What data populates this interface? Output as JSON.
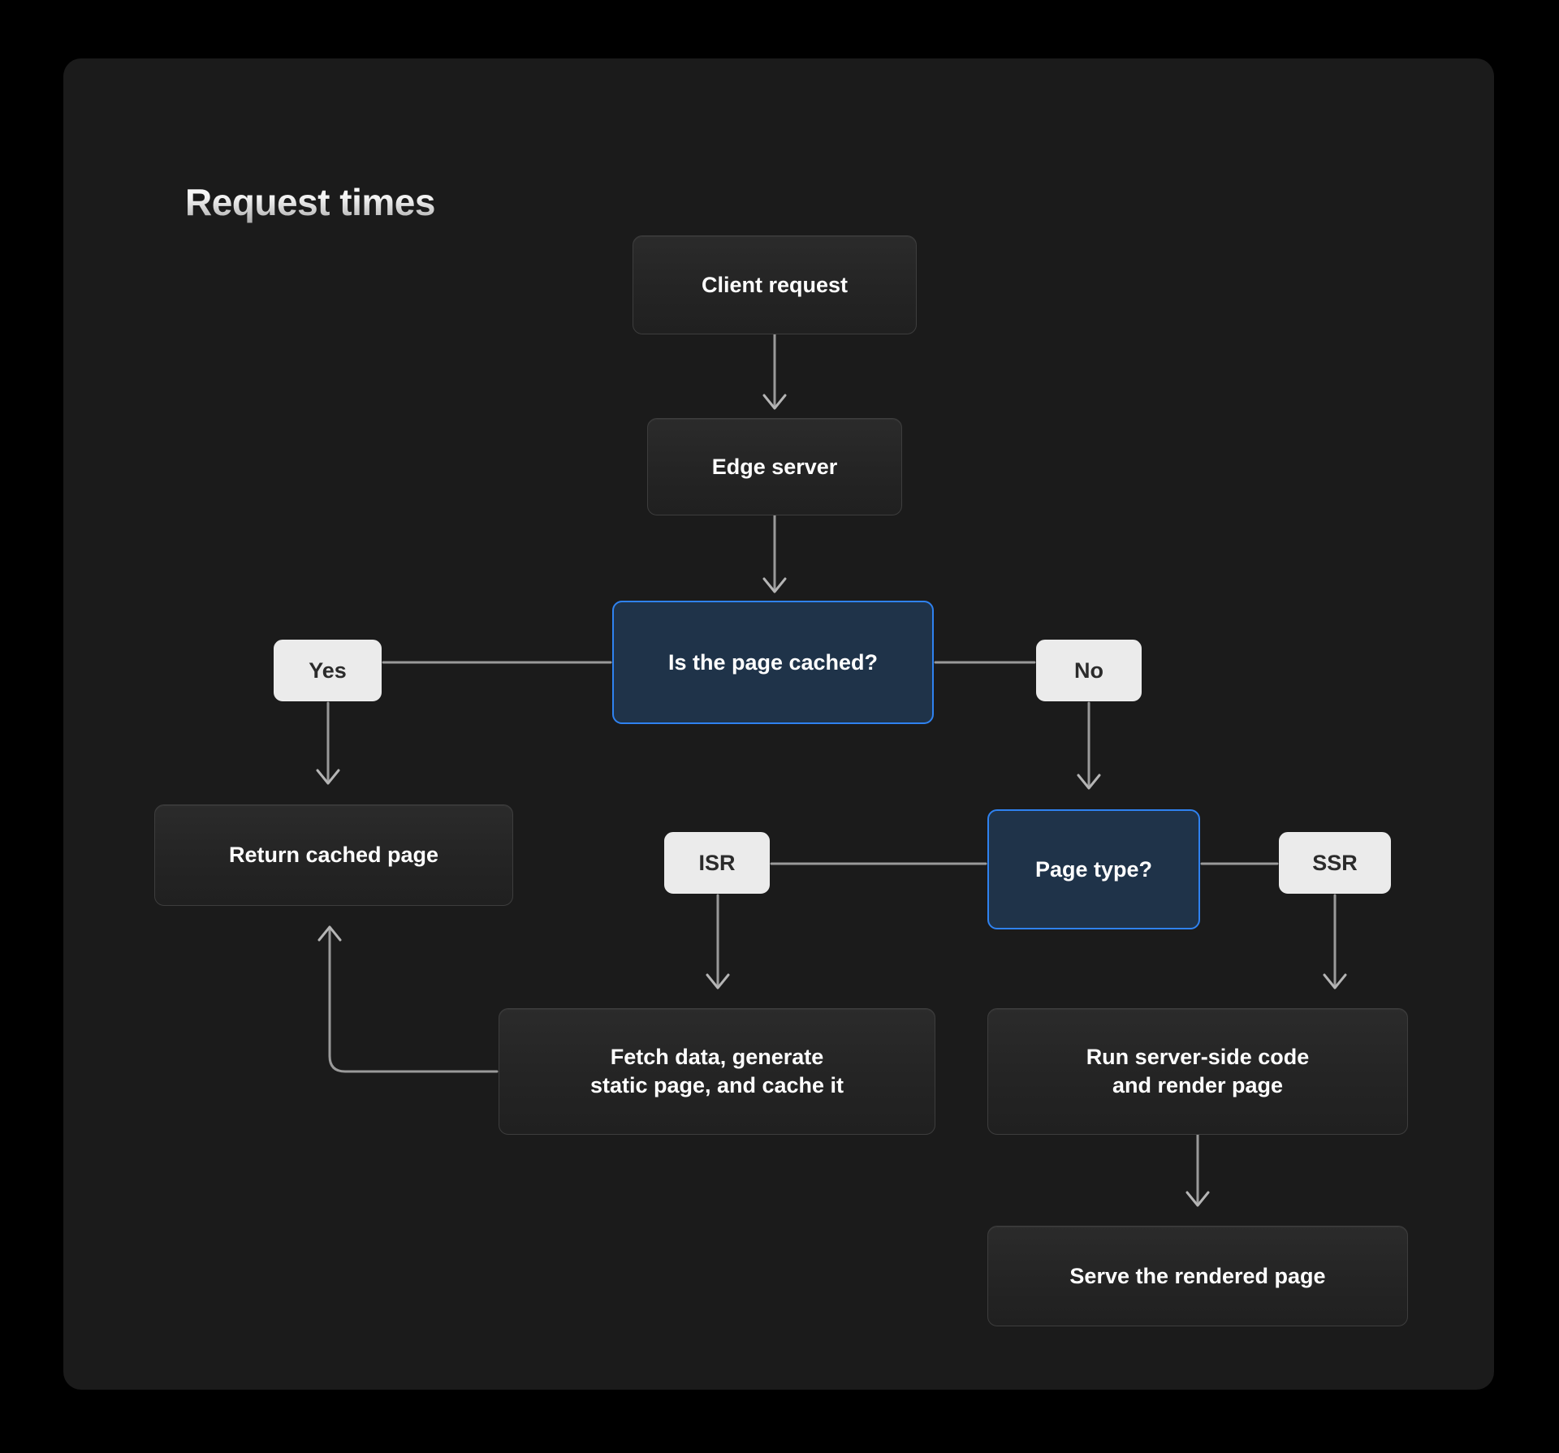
{
  "page": {
    "background_color": "#000000",
    "card_background_color": "#1b1b1b"
  },
  "card": {
    "title": "Request times"
  },
  "theme": {
    "accent_blue": "#2f82f0",
    "decision_fill": "#1f3349",
    "node_fill": "#242424",
    "node_border": "#3d3d3d",
    "label_fill": "#ebebeb",
    "label_text": "#2b2b2b",
    "edge_stroke": "#9a9a9a",
    "text_color": "#ffffff"
  },
  "chart_data": {
    "type": "flowchart",
    "title": "Request times",
    "direction": "top-down",
    "nodes": [
      {
        "id": "client",
        "label": "Client request",
        "kind": "process"
      },
      {
        "id": "edge",
        "label": "Edge server",
        "kind": "process"
      },
      {
        "id": "cached",
        "label": "Is the page cached?",
        "kind": "decision",
        "highlighted": true
      },
      {
        "id": "yes",
        "label": "Yes",
        "kind": "edge-label"
      },
      {
        "id": "no",
        "label": "No",
        "kind": "edge-label"
      },
      {
        "id": "return",
        "label": "Return cached page",
        "kind": "process"
      },
      {
        "id": "isr",
        "label": "ISR",
        "kind": "edge-label"
      },
      {
        "id": "pagetype",
        "label": "Page type?",
        "kind": "decision",
        "highlighted": true
      },
      {
        "id": "ssr",
        "label": "SSR",
        "kind": "edge-label"
      },
      {
        "id": "fetch",
        "label": "Fetch data, generate\nstatic page, and cache it",
        "kind": "process",
        "line1": "Fetch data, generate",
        "line2": "static page, and cache it"
      },
      {
        "id": "run",
        "label": "Run server-side code\nand render page",
        "kind": "process",
        "line1": "Run server-side code",
        "line2": "and render page"
      },
      {
        "id": "serve",
        "label": "Serve the rendered page",
        "kind": "process"
      }
    ],
    "edges": [
      {
        "from": "client",
        "to": "edge",
        "label": "",
        "arrow": true
      },
      {
        "from": "edge",
        "to": "cached",
        "label": "",
        "arrow": true
      },
      {
        "from": "cached",
        "to": "yes",
        "label": "Yes",
        "arrow": false
      },
      {
        "from": "cached",
        "to": "no",
        "label": "No",
        "arrow": false
      },
      {
        "from": "yes",
        "to": "return",
        "label": "",
        "arrow": true
      },
      {
        "from": "no",
        "to": "pagetype",
        "label": "",
        "arrow": true
      },
      {
        "from": "pagetype",
        "to": "isr",
        "label": "ISR",
        "arrow": false
      },
      {
        "from": "pagetype",
        "to": "ssr",
        "label": "SSR",
        "arrow": false
      },
      {
        "from": "isr",
        "to": "fetch",
        "label": "",
        "arrow": true
      },
      {
        "from": "ssr",
        "to": "run",
        "label": "",
        "arrow": true
      },
      {
        "from": "fetch",
        "to": "return",
        "label": "",
        "arrow": true
      },
      {
        "from": "run",
        "to": "serve",
        "label": "",
        "arrow": true
      }
    ]
  }
}
